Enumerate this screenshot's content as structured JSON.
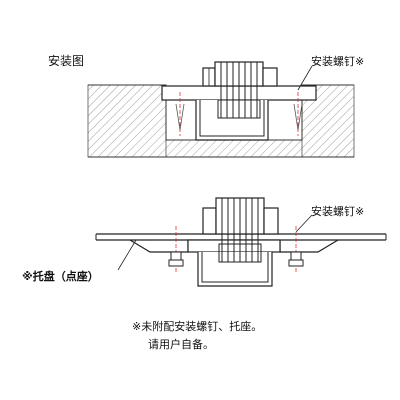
{
  "diagram": {
    "title": "安装图",
    "screw_label_top": "安装螺钉※",
    "screw_label_bottom": "安装螺钉※",
    "tray_label": "※托盘（点座）",
    "note_line1": "※未附配安装螺钉、托座。",
    "note_line2": "请用户自备。"
  }
}
